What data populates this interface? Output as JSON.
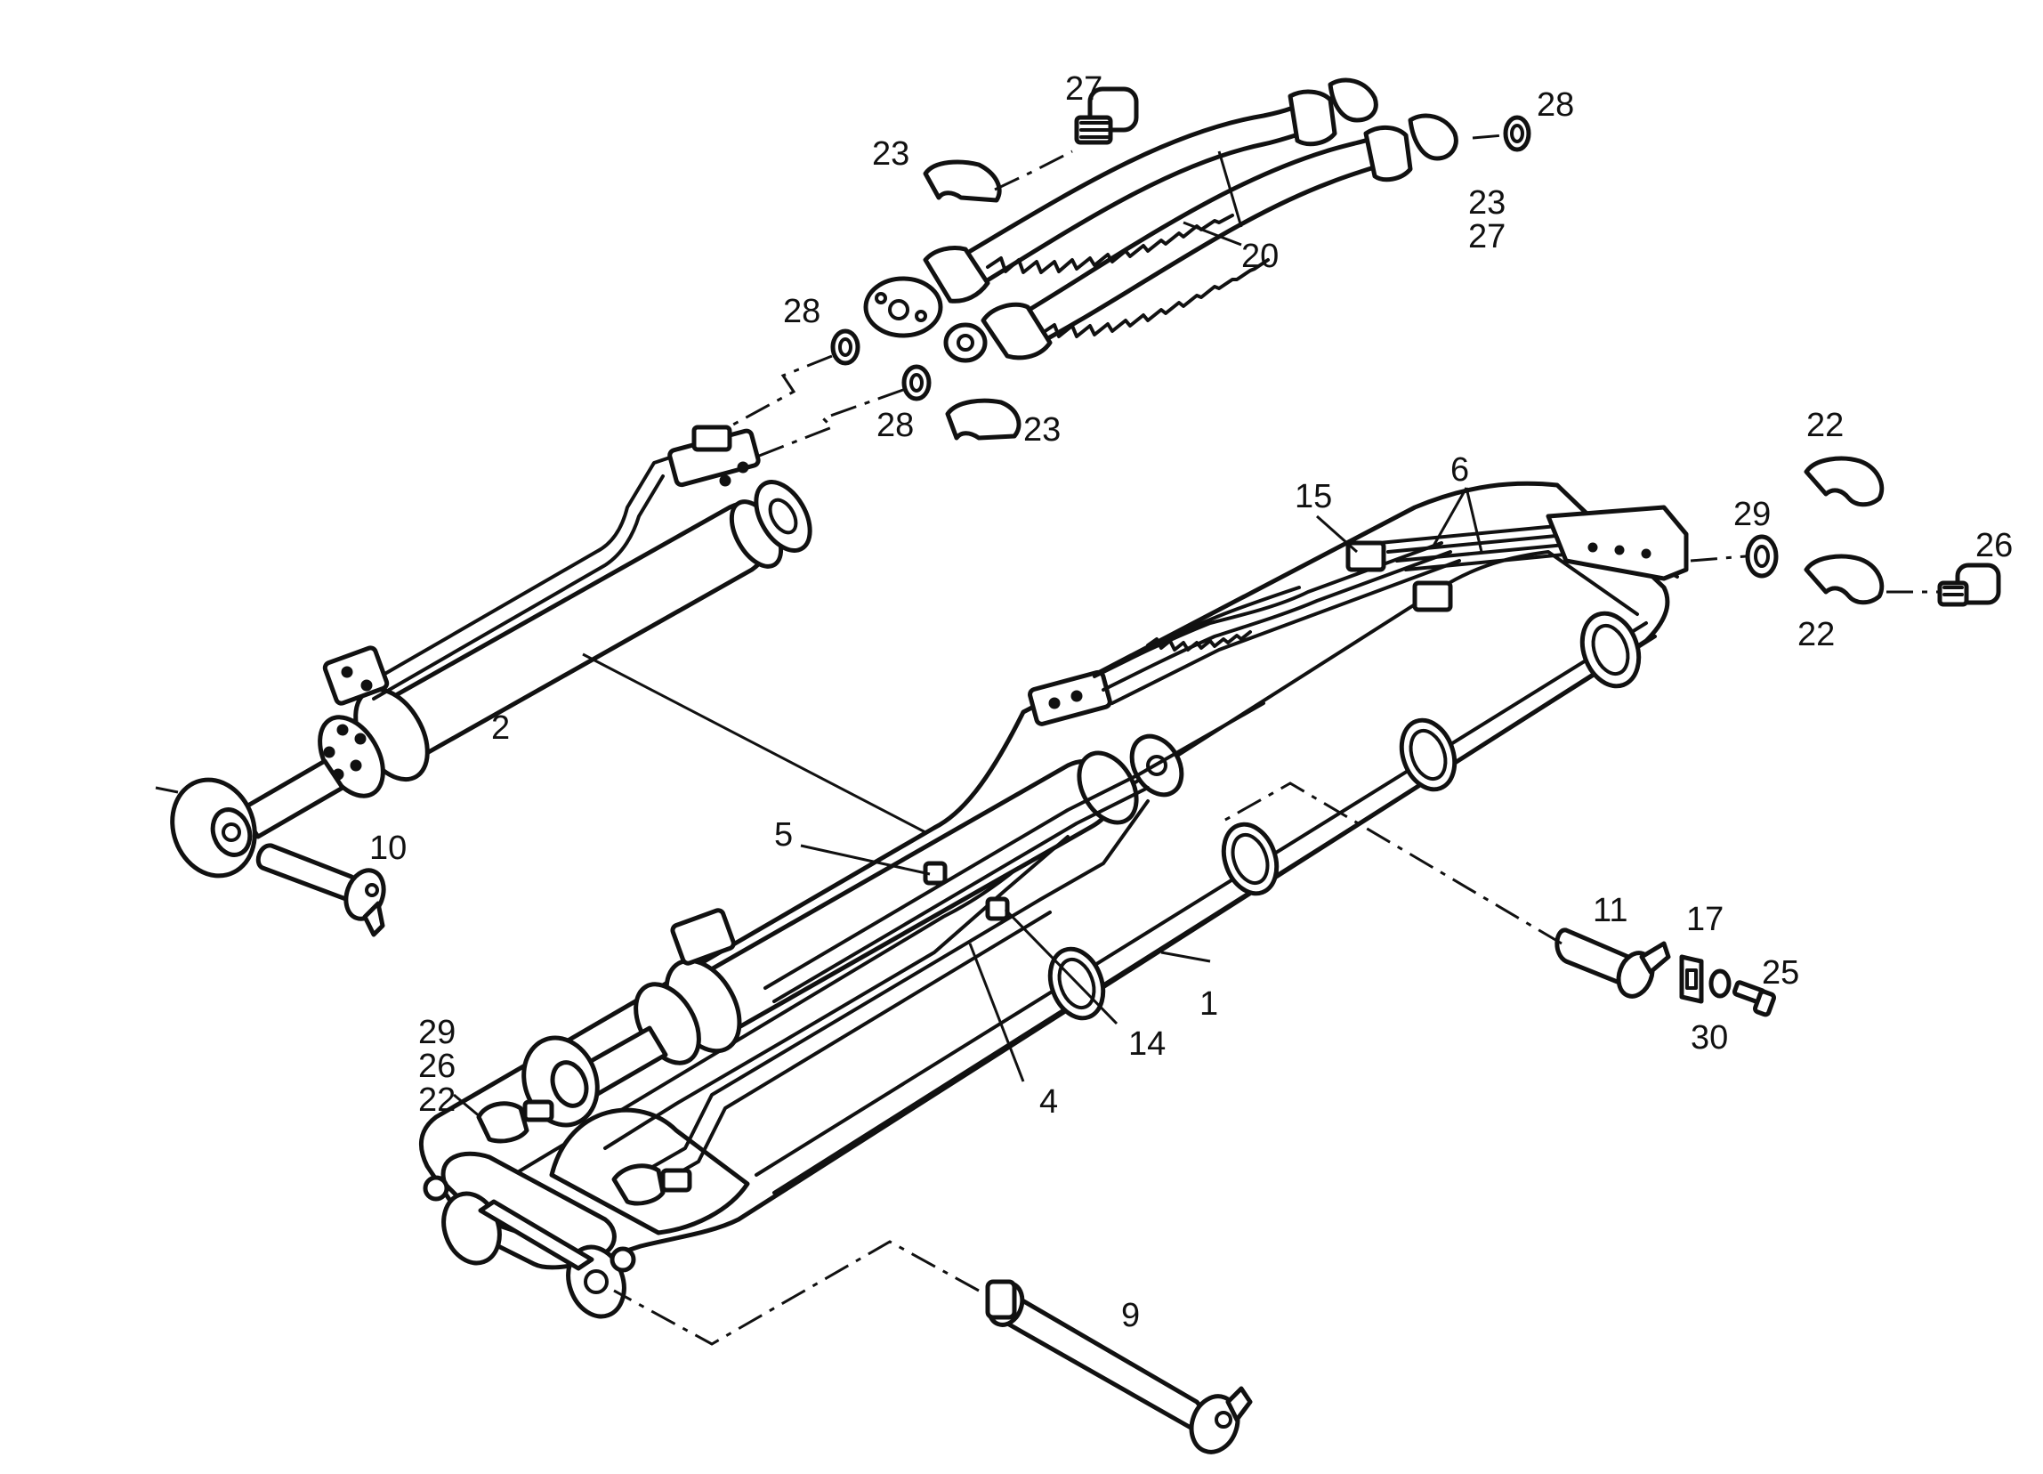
{
  "callouts": [
    {
      "id": "c1",
      "text": "1"
    },
    {
      "id": "c2",
      "text": "2"
    },
    {
      "id": "c4",
      "text": "4"
    },
    {
      "id": "c5",
      "text": "5"
    },
    {
      "id": "c6",
      "text": "6"
    },
    {
      "id": "c9",
      "text": "9"
    },
    {
      "id": "c10",
      "text": "10"
    },
    {
      "id": "c11",
      "text": "11"
    },
    {
      "id": "c14",
      "text": "14"
    },
    {
      "id": "c15",
      "text": "15"
    },
    {
      "id": "c17",
      "text": "17"
    },
    {
      "id": "c20",
      "text": "20"
    },
    {
      "id": "c22a",
      "text": "22"
    },
    {
      "id": "c22b",
      "text": "22"
    },
    {
      "id": "c22c",
      "text": "22"
    },
    {
      "id": "c23a",
      "text": "23"
    },
    {
      "id": "c23b",
      "text": "23"
    },
    {
      "id": "c23c",
      "text": "23"
    },
    {
      "id": "c25",
      "text": "25"
    },
    {
      "id": "c26a",
      "text": "26"
    },
    {
      "id": "c26b",
      "text": "26"
    },
    {
      "id": "c27a",
      "text": "27"
    },
    {
      "id": "c27b",
      "text": "27"
    },
    {
      "id": "c28a",
      "text": "28"
    },
    {
      "id": "c28b",
      "text": "28"
    },
    {
      "id": "c28c",
      "text": "28"
    },
    {
      "id": "c29a",
      "text": "29"
    },
    {
      "id": "c29b",
      "text": "29"
    },
    {
      "id": "c30",
      "text": "30"
    }
  ]
}
